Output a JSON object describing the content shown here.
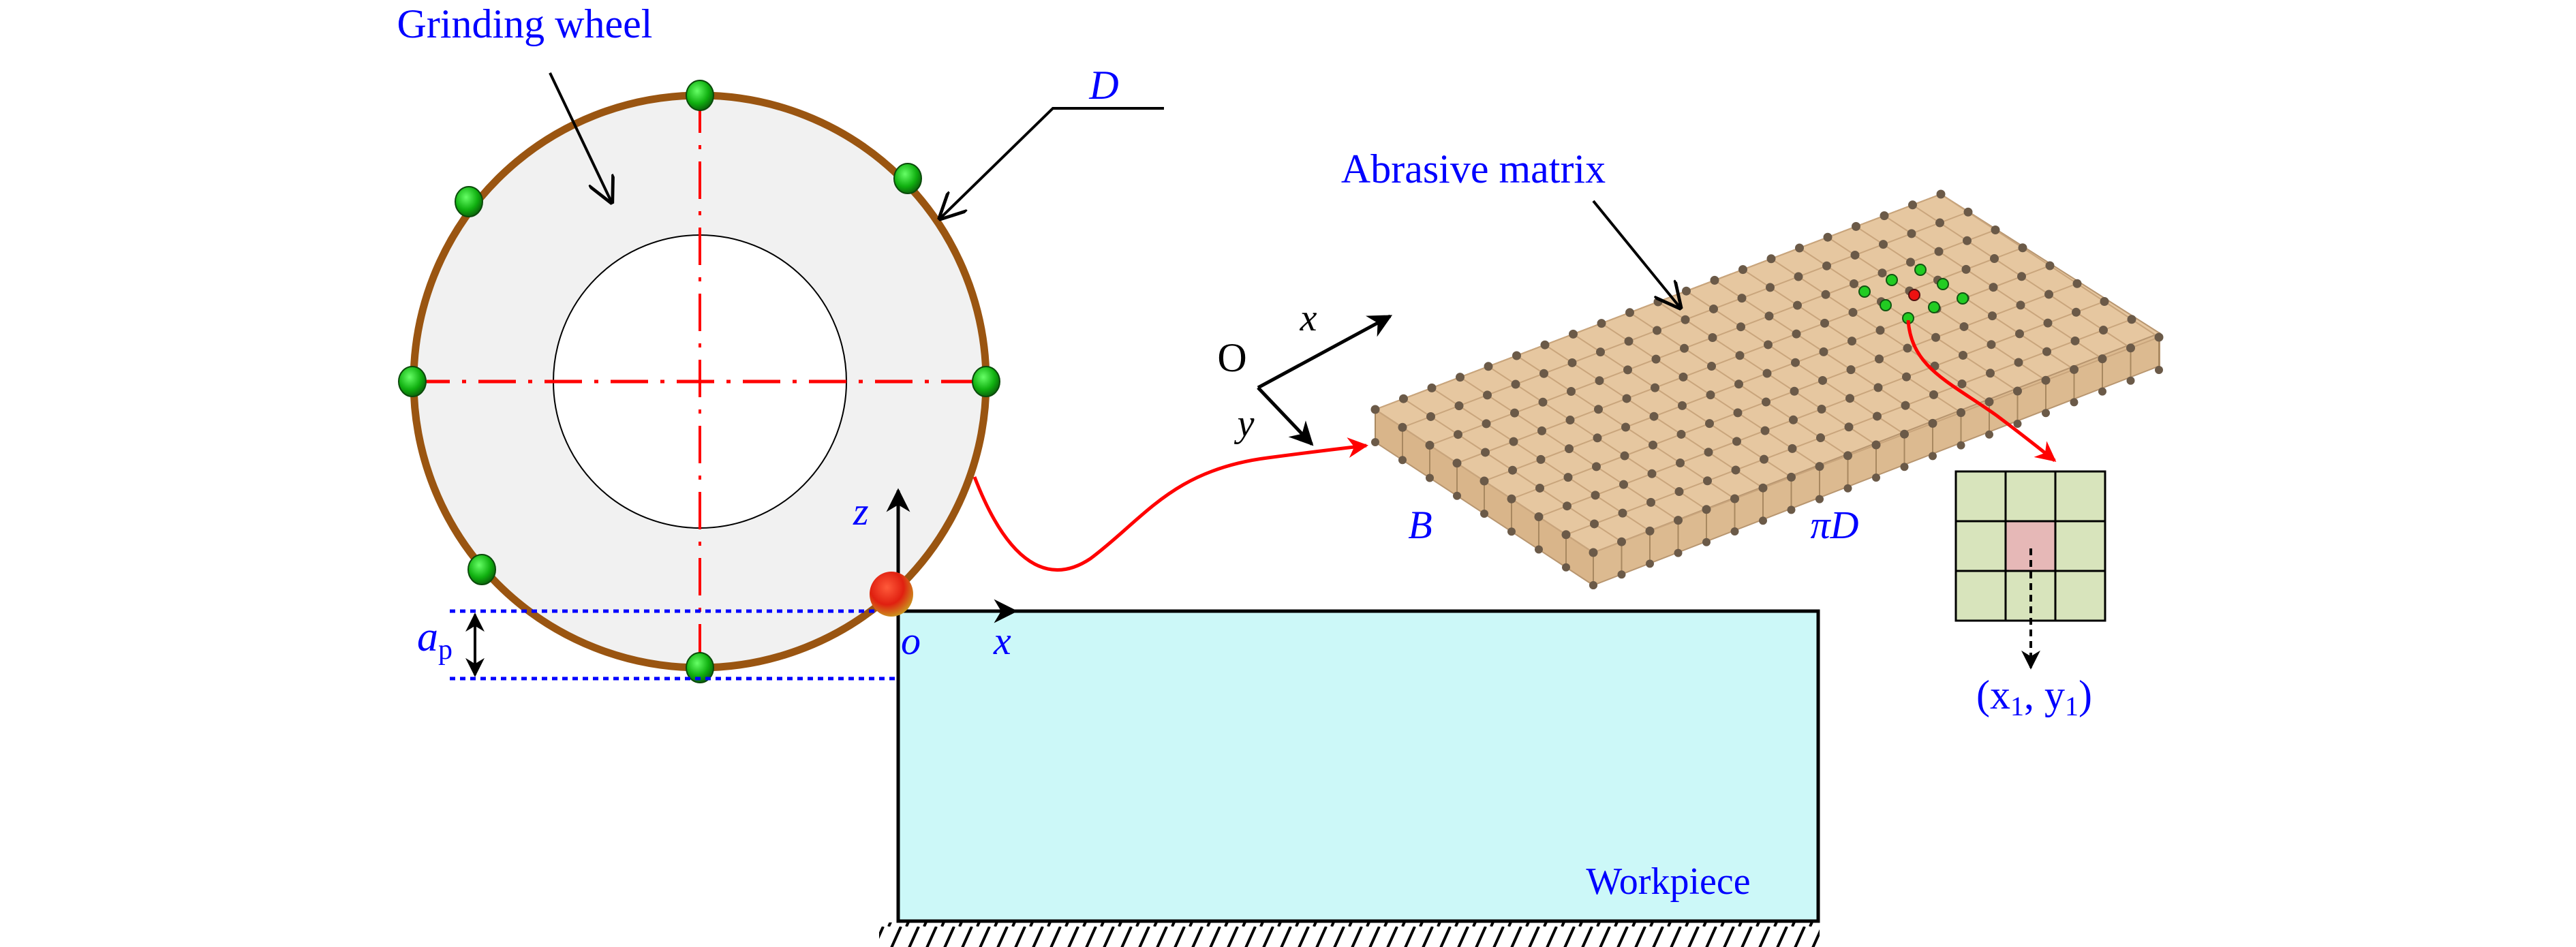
{
  "labels": {
    "grinding_wheel": "Grinding wheel",
    "diameter": "D",
    "abrasive_matrix": "Abrasive matrix",
    "origin_upper": "O",
    "axis_x_matrix": "x",
    "axis_y_matrix": "y",
    "width_b": "B",
    "length_pid": "πD",
    "axis_z": "z",
    "axis_x": "x",
    "origin_lower": "o",
    "depth_a": "a",
    "depth_sub": "p",
    "workpiece": "Workpiece",
    "coord_open": "(x",
    "coord_sub1": "1",
    "coord_mid": ", y",
    "coord_sub2": "1",
    "coord_close": ")"
  },
  "colors": {
    "wheel_rim": "#9a5511",
    "wheel_fill": "#f1f1f1",
    "label_blue": "#0000ff",
    "workpiece_fill": "#ccf8f8",
    "grid_cell": "#d8e4bc",
    "grid_active_cell": "#e6b8b7",
    "matrix_fill": "#e6c7a0",
    "grain_green": "#22cc22",
    "grain_red": "#ee1111"
  }
}
